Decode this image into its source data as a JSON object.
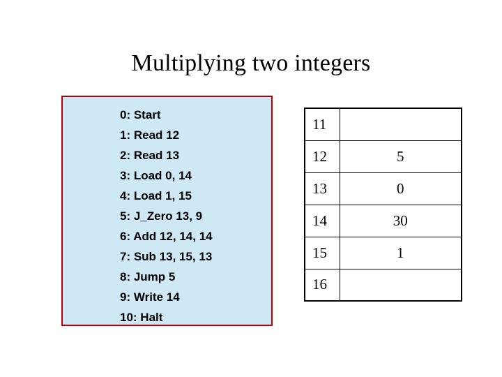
{
  "slide": {
    "title": "Multiplying two integers",
    "arrow_icon": "right-arrow-icon",
    "arrow_glyph": "→",
    "colors": {
      "code_box_fill": "#cfe8f5",
      "code_box_border": "#c00000",
      "arrow": "#d9301a",
      "text": "#000000"
    },
    "program": {
      "lines": [
        "0: Start",
        "1: Read 12",
        "2: Read 13",
        "3: Load 0, 14",
        "4: Load 1, 15",
        "5: J_Zero 13, 9",
        "6: Add 12, 14, 14",
        "7: Sub 13, 15, 13",
        "8: Jump 5",
        "9: Write 14",
        "10: Halt"
      ]
    },
    "memory": {
      "rows": [
        {
          "address": "11",
          "value": ""
        },
        {
          "address": "12",
          "value": "5"
        },
        {
          "address": "13",
          "value": "0"
        },
        {
          "address": "14",
          "value": "30"
        },
        {
          "address": "15",
          "value": "1"
        },
        {
          "address": "16",
          "value": ""
        }
      ]
    }
  }
}
